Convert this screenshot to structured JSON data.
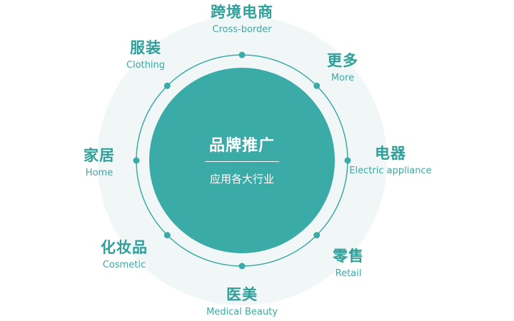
{
  "center": {
    "title": "品牌推广",
    "subtitle": "应用各大行业"
  },
  "colors": {
    "accent": "#3aaba7",
    "label": "#2e9f99",
    "outer_ring": "#f1f6f6"
  },
  "nodes": [
    {
      "zh": "跨境电商",
      "en": "Cross-border"
    },
    {
      "zh": "更多",
      "en": "More"
    },
    {
      "zh": "电器",
      "en": "Electric appliance"
    },
    {
      "zh": "零售",
      "en": "Retail"
    },
    {
      "zh": "医美",
      "en": "Medical Beauty"
    },
    {
      "zh": "化妆品",
      "en": "Cosmetic"
    },
    {
      "zh": "家居",
      "en": "Home"
    },
    {
      "zh": "服装",
      "en": "Clothing"
    }
  ]
}
